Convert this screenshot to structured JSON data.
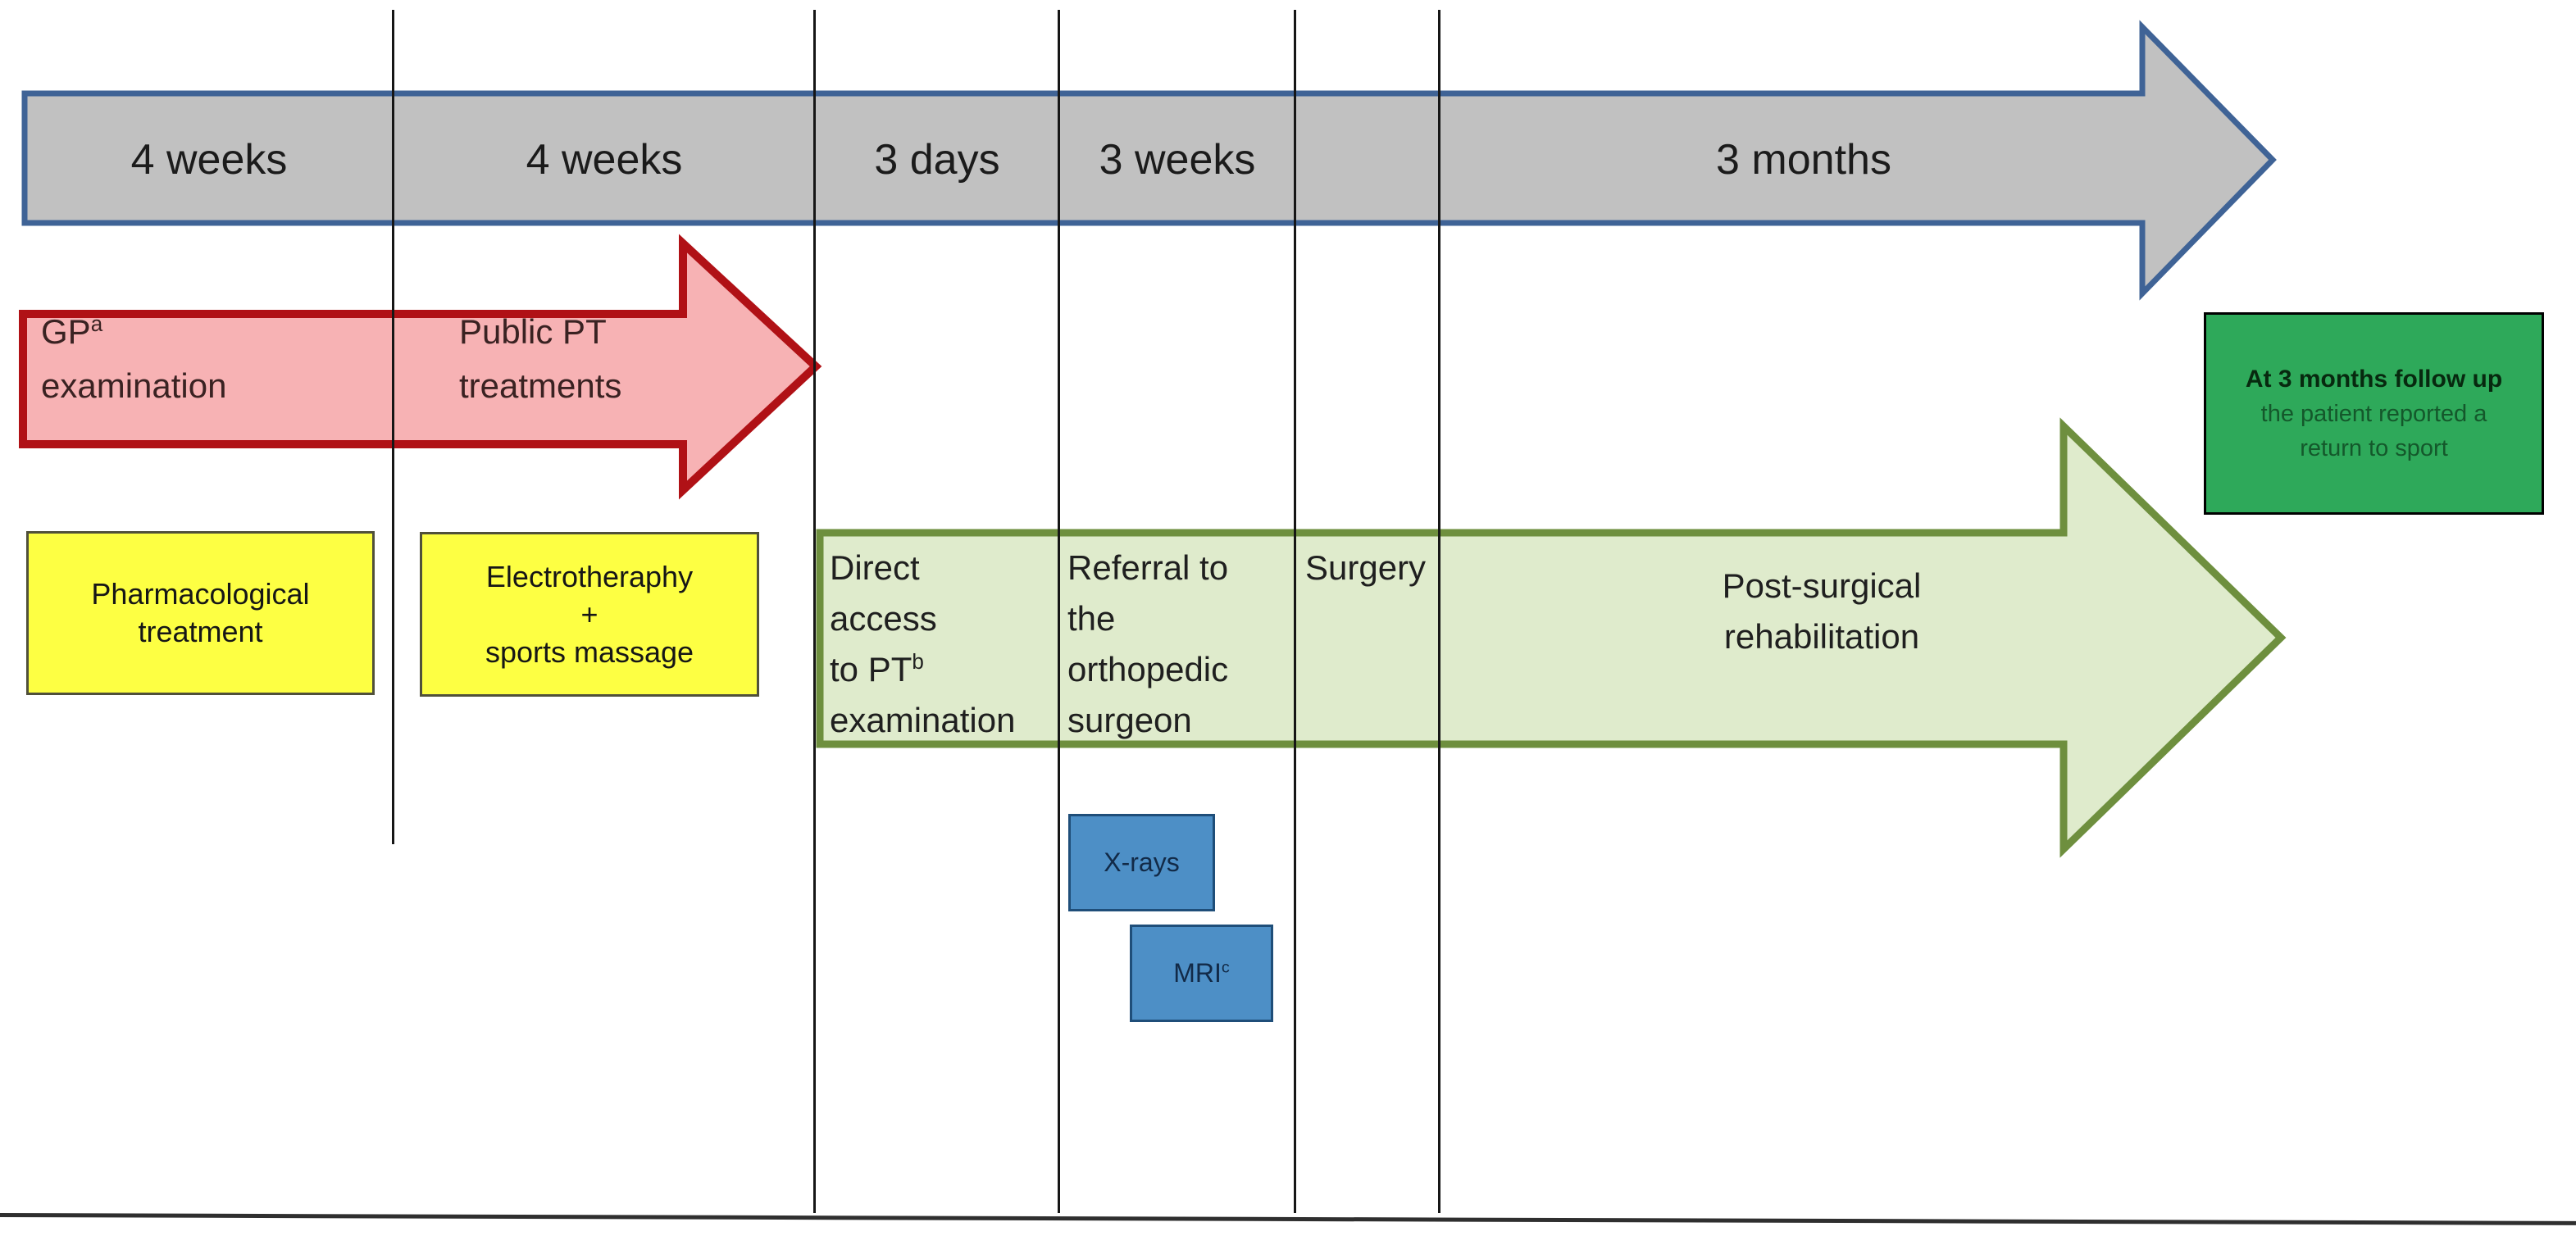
{
  "colors": {
    "gray_fill": "#C1C1C1",
    "gray_border": "#3F6396",
    "red_fill": "#F7B2B4",
    "red_border": "#B01116",
    "yellow_fill": "#FDFF43",
    "yellow_border": "#50503A",
    "green_fill": "#DFEBCC",
    "green_border": "#6E8F3E",
    "blue_fill": "#4D8FC6",
    "blue_border": "#1F4E79",
    "followup_fill": "#2EA95A",
    "followup_border": "#000000"
  },
  "gray_arrow": {
    "labels": [
      "4 weeks",
      "4 weeks",
      "3 days",
      "3 weeks",
      "3 months"
    ]
  },
  "red_arrow": {
    "gp_base": "GP",
    "gp_sup": "a",
    "gp_line2": "examination",
    "pt_line1": "Public PT",
    "pt_line2": "treatments"
  },
  "yellow_boxes": {
    "box1": {
      "line1": "Pharmacological",
      "line2": "treatment"
    },
    "box2": {
      "line1": "Electrotheraphy",
      "line2": "+",
      "line3": "sports massage"
    }
  },
  "green_arrow": {
    "direct": {
      "l1": "Direct",
      "l2": "access",
      "l3_base": "to PT",
      "l3_sup": "b",
      "l4": "examination"
    },
    "referral": {
      "l1": "Referral to",
      "l2": "the",
      "l3": "orthopedic",
      "l4": "surgeon"
    },
    "surgery": "Surgery",
    "rehab": {
      "l1": "Post-surgical",
      "l2": "rehabilitation"
    }
  },
  "imaging": {
    "xrays": "X-rays",
    "mri_base": "MRI",
    "mri_sup": "c"
  },
  "followup": {
    "title": "At 3 months follow up",
    "line2": "the patient reported a",
    "line3": "return to sport"
  }
}
